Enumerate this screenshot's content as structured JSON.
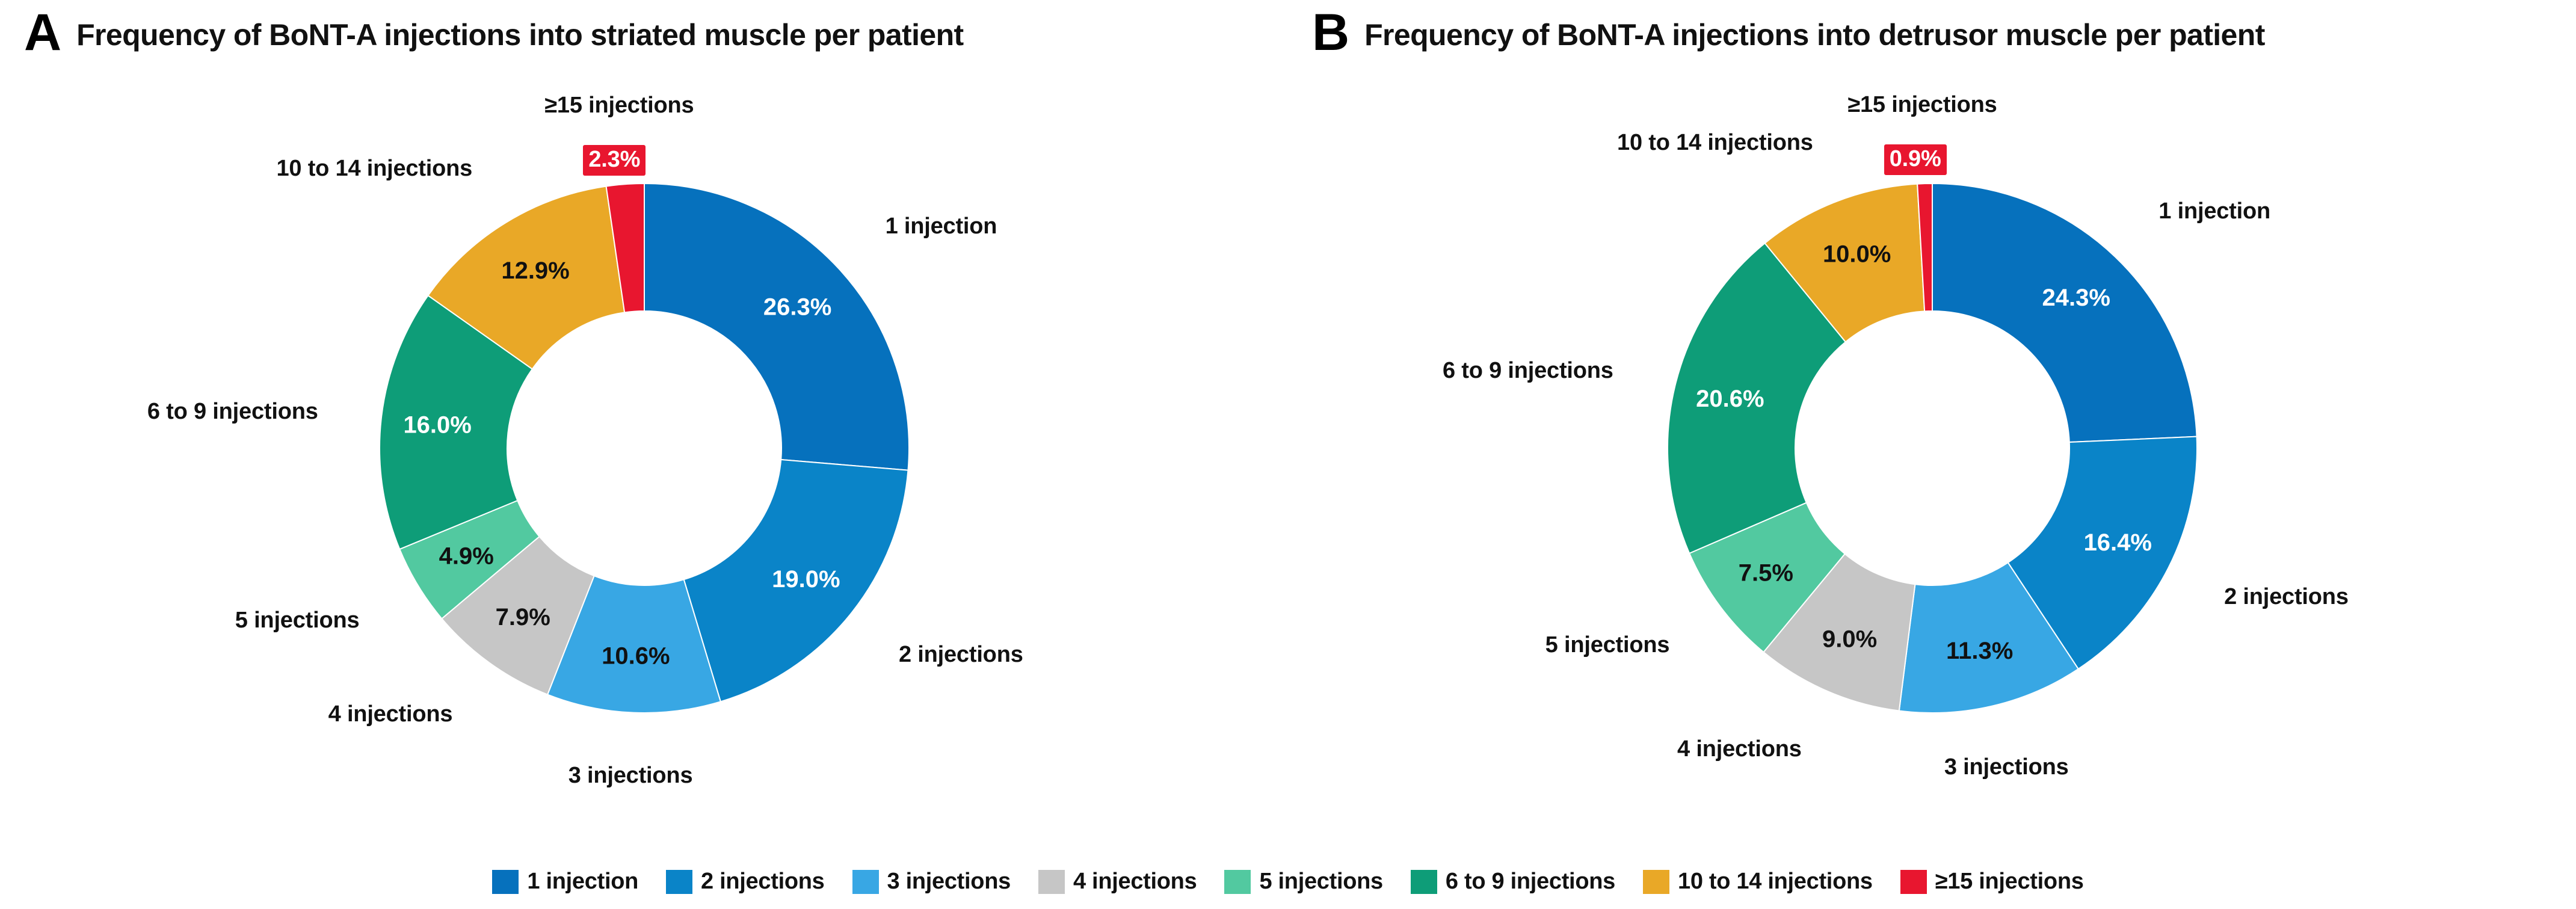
{
  "figure": {
    "background": "#ffffff"
  },
  "panels": [
    {
      "letter": "A",
      "title": "Frequency of BoNT-A injections into striated muscle per patient"
    },
    {
      "letter": "B",
      "title": "Frequency of BoNT-A injections into detrusor muscle per patient"
    }
  ],
  "legend": {
    "items": [
      {
        "label": "1 injection",
        "color": "#0671BD"
      },
      {
        "label": "2 injections",
        "color": "#0A84C8"
      },
      {
        "label": "3 injections",
        "color": "#38A7E4"
      },
      {
        "label": "4 injections",
        "color": "#C6C6C6"
      },
      {
        "label": "5 injections",
        "color": "#52C9A0"
      },
      {
        "label": "6 to 9 injections",
        "color": "#0E9D78"
      },
      {
        "label": "10 to 14 injections",
        "color": "#E9A827"
      },
      {
        "label": "≥15 injections",
        "color": "#E8162F"
      }
    ]
  },
  "chart_data": [
    {
      "type": "pie",
      "panel": "A",
      "title": "Frequency of BoNT-A injections into striated muscle per patient",
      "legend_position": "bottom",
      "hole": 0.52,
      "start_angle": 0,
      "categories": [
        "1 injection",
        "2 injections",
        "3 injections",
        "4 injections",
        "5 injections",
        "6 to 9 injections",
        "10 to 14 injections",
        "≥15 injections"
      ],
      "values": [
        26.3,
        19.0,
        10.6,
        7.9,
        4.9,
        16.0,
        12.9,
        2.3
      ],
      "value_labels": [
        "26.3%",
        "19.0%",
        "10.6%",
        "7.9%",
        "4.9%",
        "16.0%",
        "12.9%",
        "2.3%"
      ],
      "colors": [
        "#0671BD",
        "#0A84C8",
        "#38A7E4",
        "#C6C6C6",
        "#52C9A0",
        "#0E9D78",
        "#E9A827",
        "#E8162F"
      ],
      "label_text_colors": [
        "#ffffff",
        "#ffffff",
        "#111111",
        "#111111",
        "#111111",
        "#ffffff",
        "#111111",
        "#ffffff"
      ],
      "outer_labels": [
        "1 injection",
        "2 injections",
        "3 injections",
        "4 injections",
        "5 injections",
        "6 to 9 injections",
        "10 to 14 injections",
        "≥15 injections"
      ],
      "units": "percent"
    },
    {
      "type": "pie",
      "panel": "B",
      "title": "Frequency of BoNT-A injections into detrusor muscle per patient",
      "legend_position": "bottom",
      "hole": 0.52,
      "start_angle": 0,
      "categories": [
        "1 injection",
        "2 injections",
        "3 injections",
        "4 injections",
        "5 injections",
        "6 to 9 injections",
        "10 to 14 injections",
        "≥15 injections"
      ],
      "values": [
        24.3,
        16.4,
        11.3,
        9.0,
        7.5,
        20.6,
        10.0,
        0.9
      ],
      "value_labels": [
        "24.3%",
        "16.4%",
        "11.3%",
        "9.0%",
        "7.5%",
        "20.6%",
        "10.0%",
        "0.9%"
      ],
      "colors": [
        "#0671BD",
        "#0A84C8",
        "#38A7E4",
        "#C6C6C6",
        "#52C9A0",
        "#0E9D78",
        "#E9A827",
        "#E8162F"
      ],
      "label_text_colors": [
        "#ffffff",
        "#ffffff",
        "#111111",
        "#111111",
        "#111111",
        "#ffffff",
        "#111111",
        "#ffffff"
      ],
      "outer_labels": [
        "1 injection",
        "2 injections",
        "3 injections",
        "4 injections",
        "5 injections",
        "6 to 9 injections",
        "10 to 14 injections",
        "≥15 injections"
      ],
      "units": "percent"
    }
  ]
}
